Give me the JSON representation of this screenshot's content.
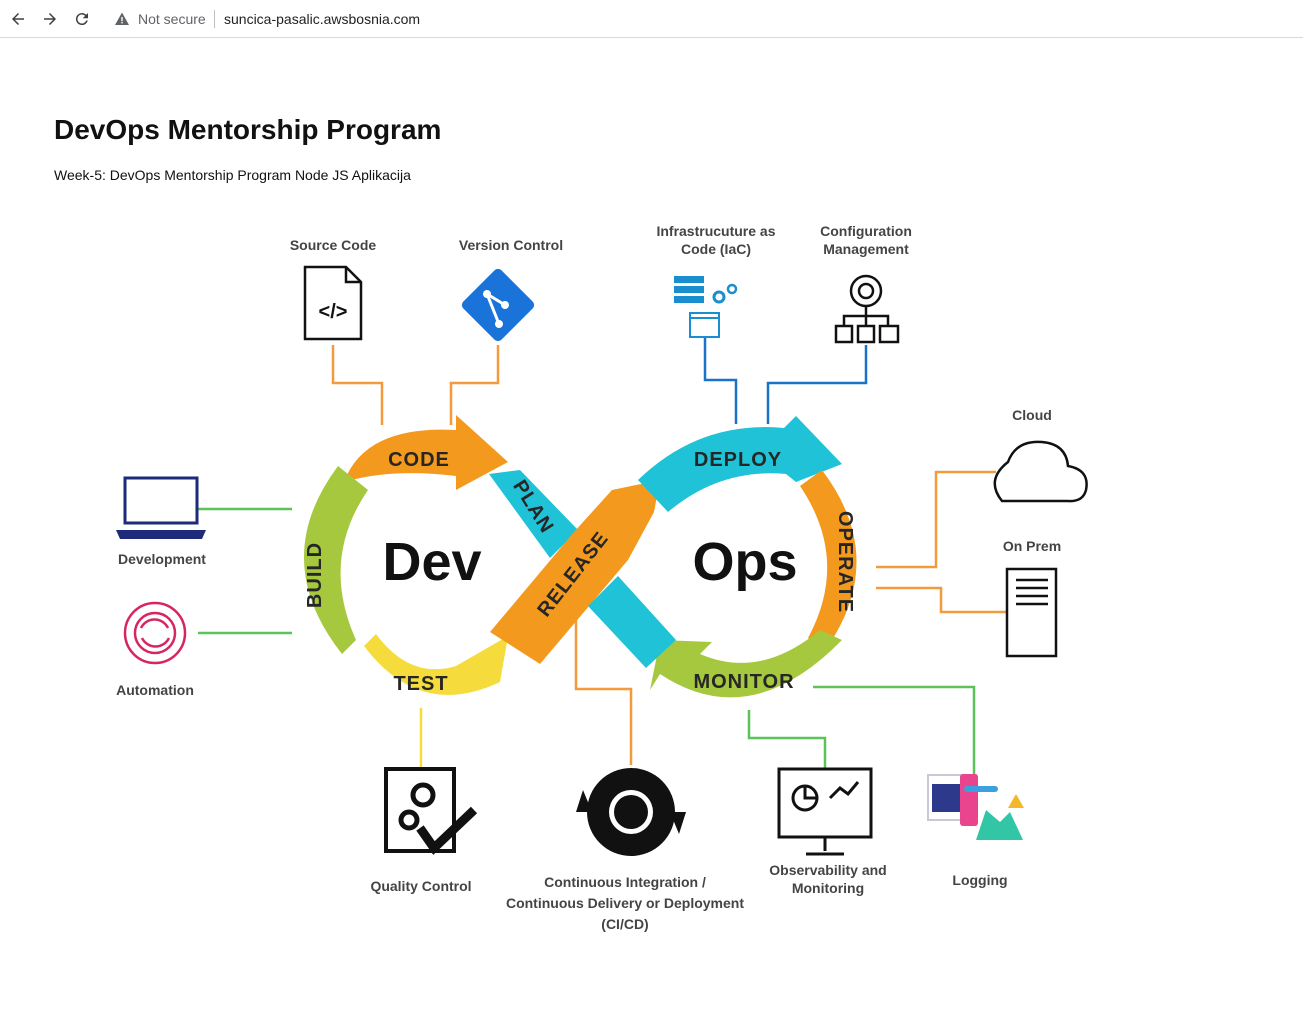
{
  "browser": {
    "security_text": "Not secure",
    "url": "suncica-pasalic.awsbosnia.com"
  },
  "page": {
    "title": "DevOps Mentorship Program",
    "subtitle": "Week-5: DevOps Mentorship Program Node JS Aplikacija"
  },
  "diagram": {
    "center": {
      "dev": "Dev",
      "ops": "Ops"
    },
    "segments": {
      "code": "CODE",
      "plan": "PLAN",
      "build": "BUILD",
      "test": "TEST",
      "release": "RELEASE",
      "deploy": "DEPLOY",
      "operate": "OPERATE",
      "monitor": "MONITOR"
    },
    "labels": {
      "source_code": "Source Code",
      "version_control": "Version Control",
      "iac_line1": "Infrastrucuture as",
      "iac_line2": "Code (IaC)",
      "config_line1": "Configuration",
      "config_line2": "Management",
      "cloud": "Cloud",
      "on_prem": "On Prem",
      "development": "Development",
      "automation": "Automation",
      "quality_control": "Quality Control",
      "cicd_line1": "Continuous Integration /",
      "cicd_line2": "Continuous Delivery or Deployment",
      "cicd_line3": "(CI/CD)",
      "observability_line1": "Observability and",
      "observability_line2": "Monitoring",
      "logging": "Logging"
    },
    "icons": {
      "code_glyph": "</>"
    },
    "colors": {
      "orange": "#f39a1e",
      "teal": "#1fc2d6",
      "lime": "#a6c83e",
      "yellow": "#f5dc3c",
      "line_orange": "#f39a3c",
      "line_blue": "#1b73c9",
      "line_green": "#5ec25a",
      "git_blue": "#1a73d8"
    }
  }
}
